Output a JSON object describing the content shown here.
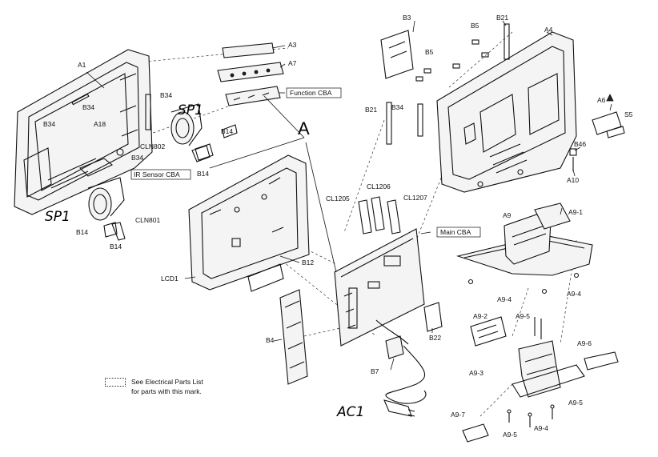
{
  "labels": {
    "A1": "A1",
    "A3": "A3",
    "A4": "A4",
    "A6": "A6",
    "A7": "A7",
    "A9": "A9",
    "A9_1": "A9-1",
    "A9_2": "A9-2",
    "A9_3": "A9-3",
    "A9_4": "A9-4",
    "A9_5": "A9-5",
    "A9_6": "A9-6",
    "A9_7": "A9-7",
    "A10": "A10",
    "A18": "A18",
    "B3": "B3",
    "B4": "B4",
    "B5": "B5",
    "B7": "B7",
    "B12": "B12",
    "B14": "B14",
    "B21": "B21",
    "B22": "B22",
    "B34": "B34",
    "B46": "B46",
    "S5": "S5",
    "CL1205": "CL1205",
    "CL1206": "CL1206",
    "CL1207": "CL1207",
    "CLN801": "CLN801",
    "CLN802": "CLN802",
    "LCD1": "LCD1",
    "function_cba": "Function CBA",
    "ir_sensor_cba": "IR Sensor CBA",
    "main_cba": "Main CBA"
  },
  "handwritten": {
    "sp1": "SP1",
    "a": "A",
    "ac1": "AC1"
  },
  "note": {
    "line1": "See Electrical Parts List",
    "line2": "for parts with this mark."
  }
}
